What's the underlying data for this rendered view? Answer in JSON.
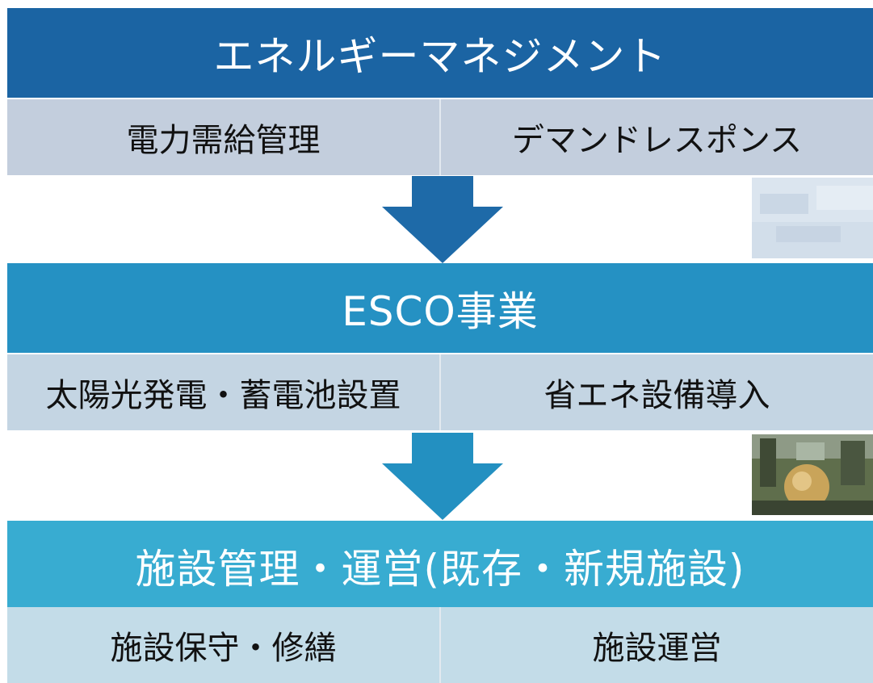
{
  "tiers": [
    {
      "title": "エネルギーマネジメント",
      "items": [
        "電力需給管理",
        "デマンドレスポンス"
      ],
      "color": "#1b64a3",
      "sub_color": "#c3cedd"
    },
    {
      "title": "ESCO事業",
      "items": [
        "太陽光発電・蓄電池設置",
        "省エネ設備導入"
      ],
      "color": "#2591c3",
      "sub_color": "#c4d5e3"
    },
    {
      "title": "施設管理・運営(既存・新規施設)",
      "items": [
        "施設保守・修繕",
        "施設運営"
      ],
      "color": "#38acd1",
      "sub_color": "#c3dce8"
    }
  ],
  "arrows": [
    {
      "icon": "down-arrow-icon",
      "color": "#1e6aa8"
    },
    {
      "icon": "down-arrow-icon",
      "color": "#2390c1"
    }
  ]
}
